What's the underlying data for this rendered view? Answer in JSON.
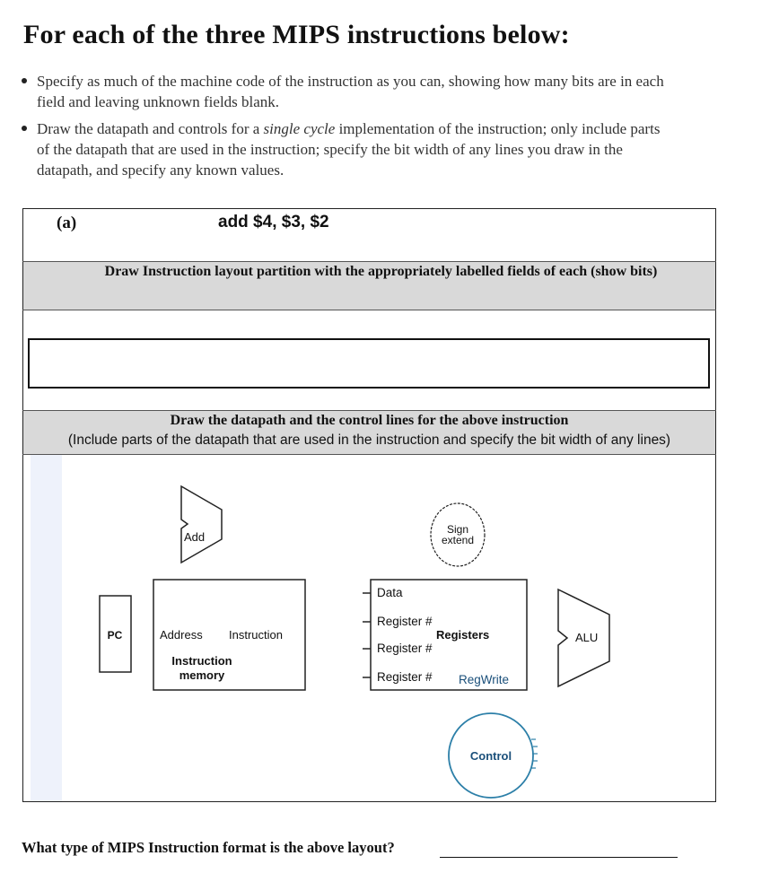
{
  "heading": "For each of the three MIPS instructions below:",
  "bullets": [
    {
      "pre": "Specify as much of the machine code of the instruction as you can, showing how many bits are in each field and leaving unknown fields blank."
    },
    {
      "pre": "Draw the datapath and controls for a ",
      "italic": "single cycle",
      "post": " implementation of the instruction; only include parts of the datapath that are used in the instruction; specify the bit width of any lines you draw in the datapath, and specify any known values."
    }
  ],
  "part_label": "(a)",
  "instruction": "add $4, $3, $2",
  "layout_prompt": "Draw Instruction layout partition with the appropriately labelled fields of each (show bits)",
  "layout_answer": "",
  "datapath_title": "Draw the datapath and the control lines for the above instruction",
  "datapath_subtitle": "(Include parts of the datapath that are used in the instruction and specify the bit width of any lines)",
  "diagram": {
    "add_label": "Add",
    "sign_extend_line1": "Sign",
    "sign_extend_line2": "extend",
    "pc_label": "PC",
    "imem_address": "Address",
    "imem_instruction": "Instruction",
    "imem_title_line1": "Instruction",
    "imem_title_line2": "memory",
    "reg_data": "Data",
    "reg_read1": "Register #",
    "reg_title": "Registers",
    "reg_read2": "Register #",
    "reg_write": "Register #",
    "reg_regwrite": "RegWrite",
    "alu_label": "ALU",
    "control_label": "Control"
  },
  "question": "What type of MIPS Instruction format is the above layout?",
  "question_answer": ""
}
